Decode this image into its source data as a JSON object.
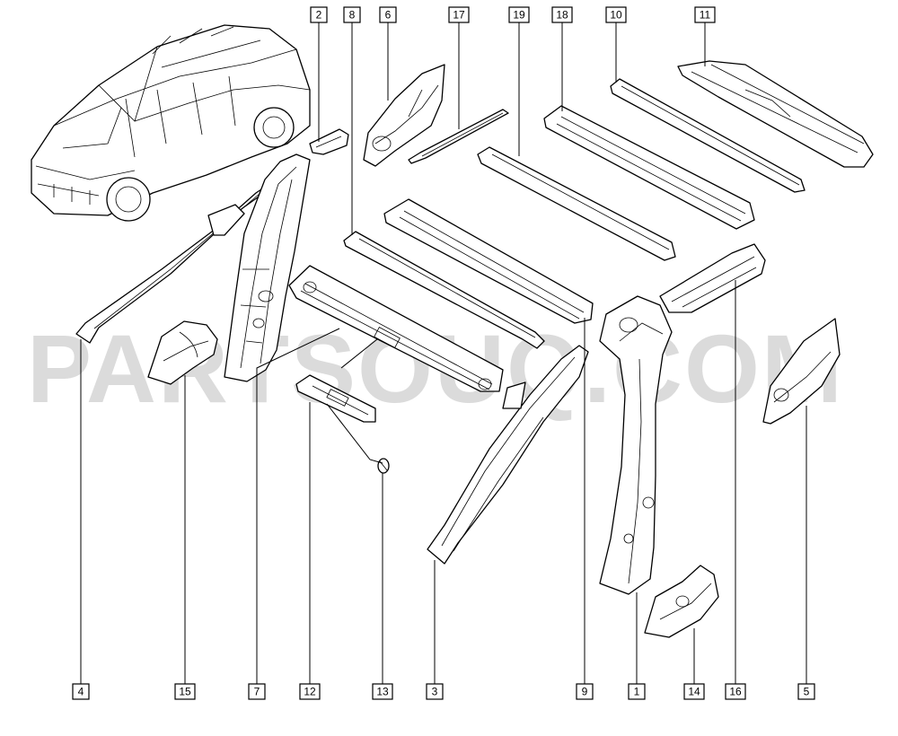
{
  "watermark": "PARTSOUQ.COM",
  "colors": {
    "line": "#000000",
    "watermark": "#cfcfcf",
    "background": "#ffffff"
  },
  "callouts": [
    {
      "id": "c2",
      "label": "2"
    },
    {
      "id": "c8",
      "label": "8"
    },
    {
      "id": "c6",
      "label": "6"
    },
    {
      "id": "c17",
      "label": "17"
    },
    {
      "id": "c19",
      "label": "19"
    },
    {
      "id": "c18",
      "label": "18"
    },
    {
      "id": "c10",
      "label": "10"
    },
    {
      "id": "c11",
      "label": "11"
    },
    {
      "id": "c4",
      "label": "4"
    },
    {
      "id": "c15",
      "label": "15"
    },
    {
      "id": "c7",
      "label": "7"
    },
    {
      "id": "c12",
      "label": "12"
    },
    {
      "id": "c13",
      "label": "13"
    },
    {
      "id": "c3",
      "label": "3"
    },
    {
      "id": "c9",
      "label": "9"
    },
    {
      "id": "c1",
      "label": "1"
    },
    {
      "id": "c14",
      "label": "14"
    },
    {
      "id": "c16",
      "label": "16"
    },
    {
      "id": "c5",
      "label": "5"
    }
  ]
}
